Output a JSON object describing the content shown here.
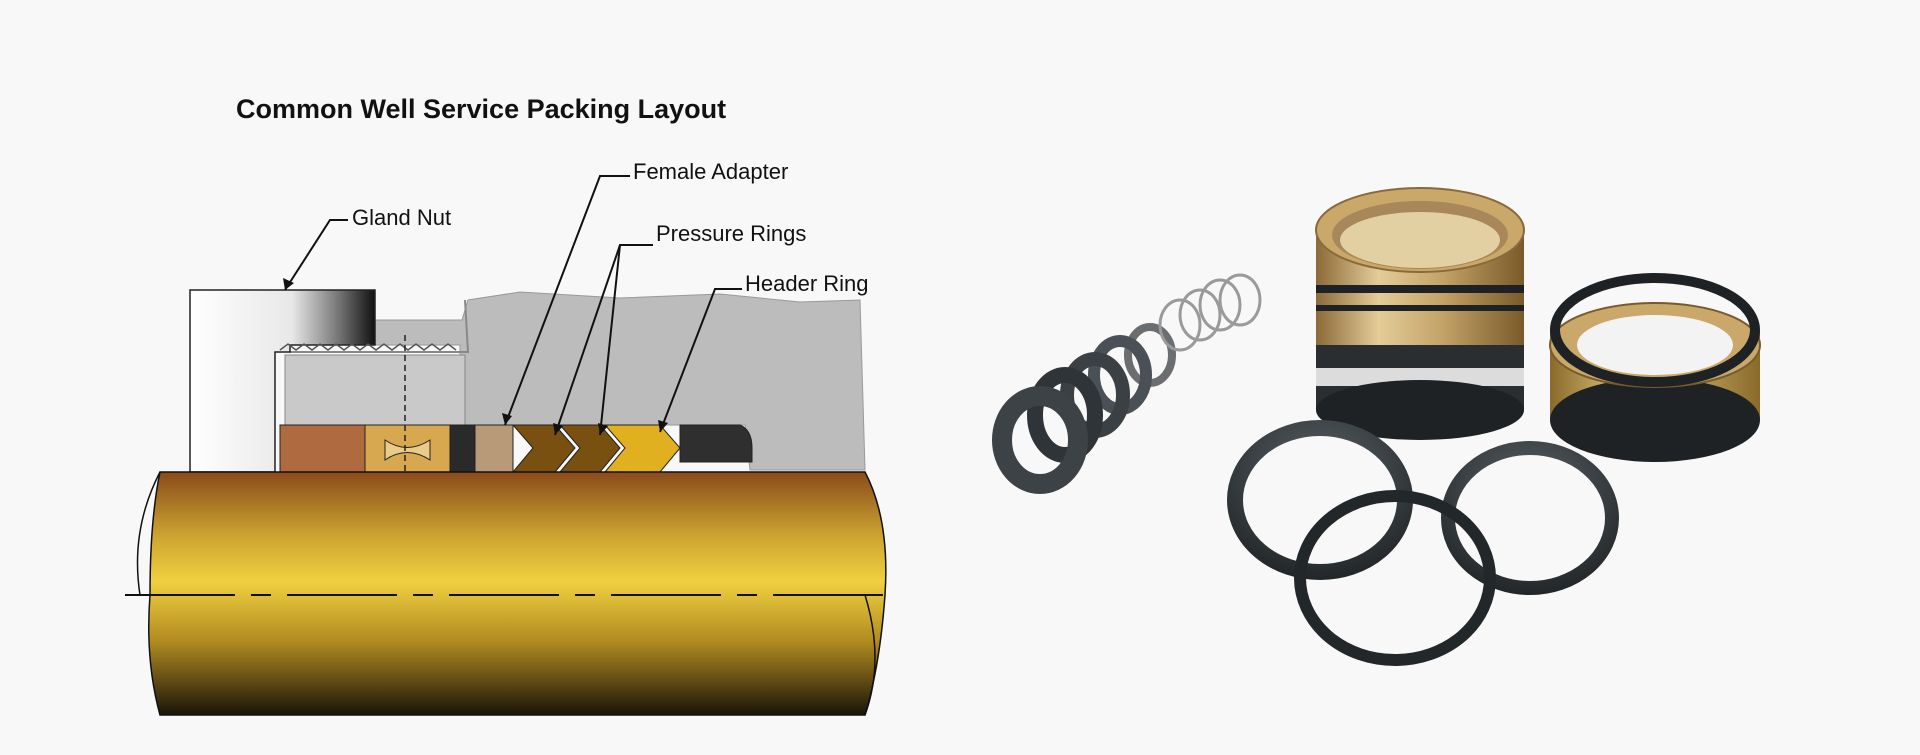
{
  "diagram": {
    "title": "Common Well Service Packing Layout",
    "labels": {
      "gland_nut": "Gland Nut",
      "female_adapter": "Female Adapter",
      "pressure_rings": "Pressure Rings",
      "header_ring": "Header Ring"
    }
  },
  "colors": {
    "background": "#f8f8f8",
    "housing": "#bdbdbd",
    "plunger_gold": "#c8a030",
    "packing_brown": "#7a5010",
    "header_ring_gold": "#e0b020",
    "seal_black": "#2a2e30",
    "brass": "#c9a86a"
  }
}
